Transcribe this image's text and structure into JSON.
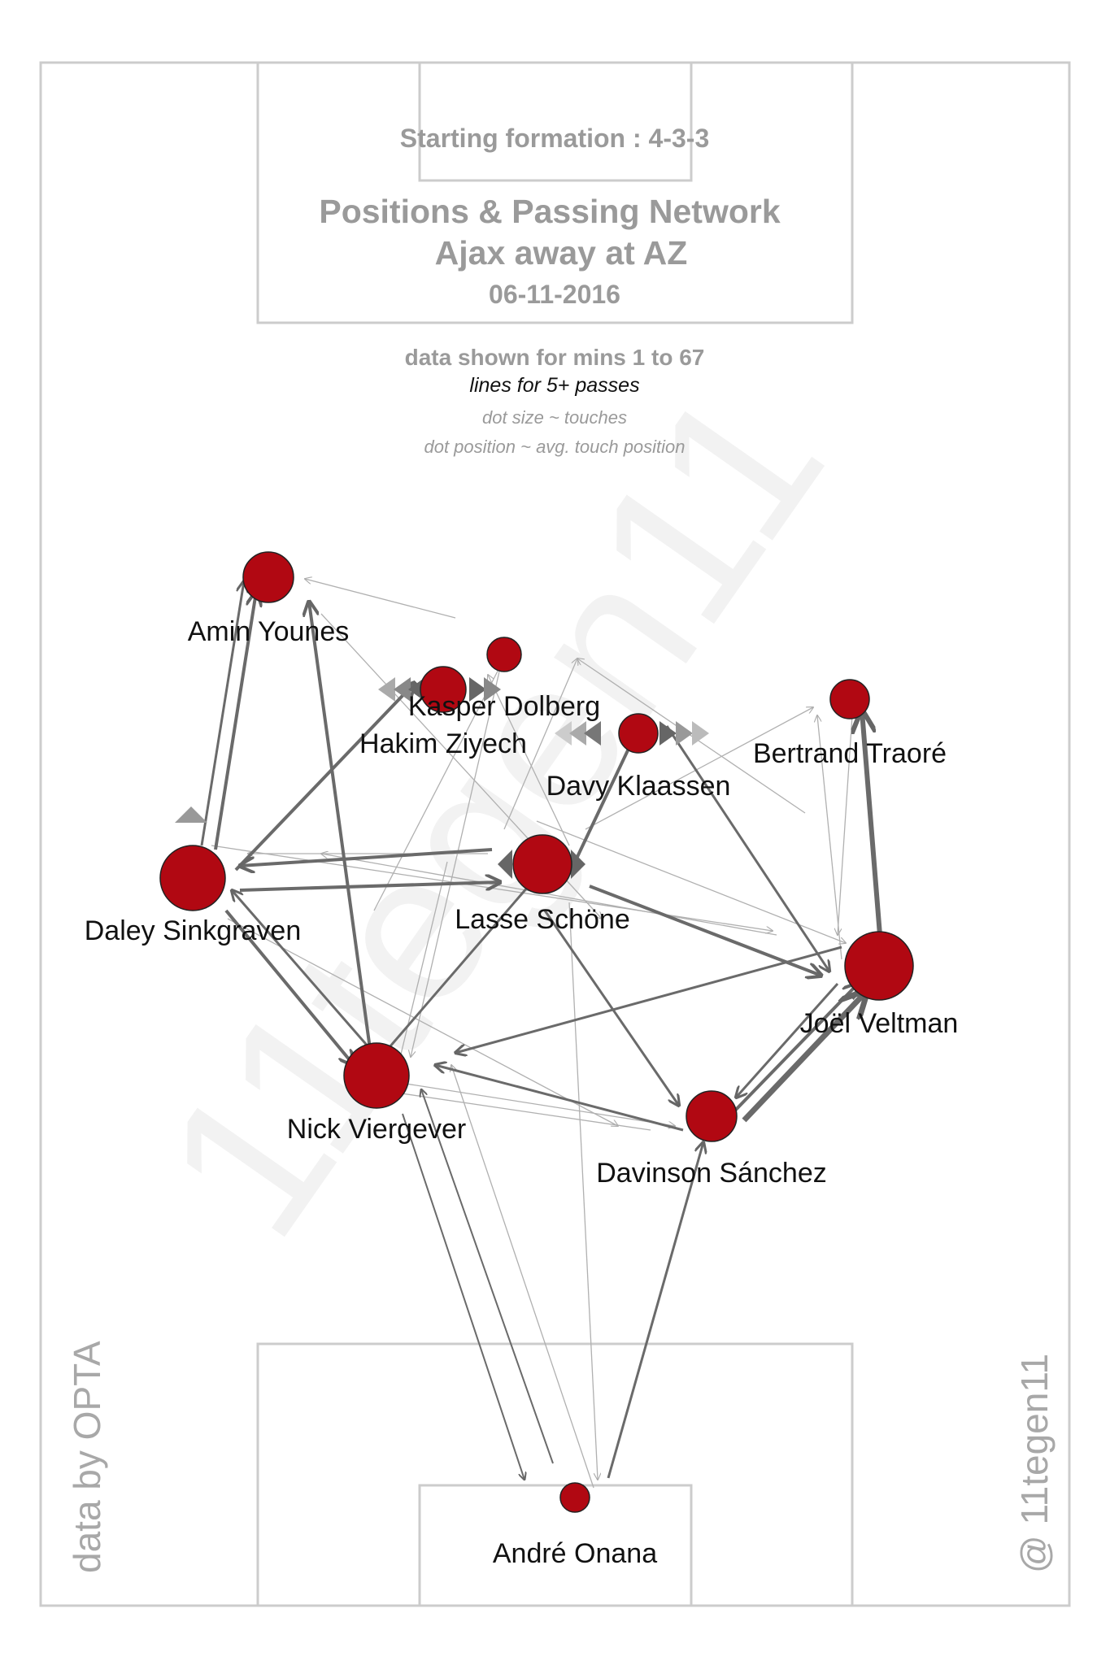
{
  "header": {
    "formation": "Starting formation : 4-3-3",
    "title_line1": "Positions & Passing Network",
    "title_line2": "Ajax  away at  AZ",
    "date": "06-11-2016",
    "mins": "data shown for mins 1 to 67",
    "lines_note": "lines for 5+ passes",
    "dot_size_note": "dot size ~ touches",
    "dot_pos_note": "dot position ~ avg. touch position"
  },
  "credits": {
    "left": "data by OPTA",
    "right": "@ 11tegen11",
    "watermark": "11tegen11"
  },
  "colors": {
    "node": "#b10812",
    "pitch_line": "#cccccc",
    "edge_strong": "#666666",
    "edge_light": "#aaaaaa"
  },
  "players": [
    {
      "id": "younes",
      "name": "Amin Younes"
    },
    {
      "id": "dolberg",
      "name": "Kasper Dolberg"
    },
    {
      "id": "ziyech",
      "name": "Hakim Ziyech"
    },
    {
      "id": "ziyech2",
      "name": ""
    },
    {
      "id": "klaassen",
      "name": "Davy Klaassen"
    },
    {
      "id": "traore",
      "name": "Bertrand Traoré"
    },
    {
      "id": "sinkgraven",
      "name": "Daley Sinkgraven"
    },
    {
      "id": "schone",
      "name": "Lasse Schöne"
    },
    {
      "id": "veltman",
      "name": "Joël Veltman"
    },
    {
      "id": "viergever",
      "name": "Nick Viergever"
    },
    {
      "id": "sanchez",
      "name": "Davinson Sánchez"
    },
    {
      "id": "onana",
      "name": "André Onana"
    }
  ]
}
